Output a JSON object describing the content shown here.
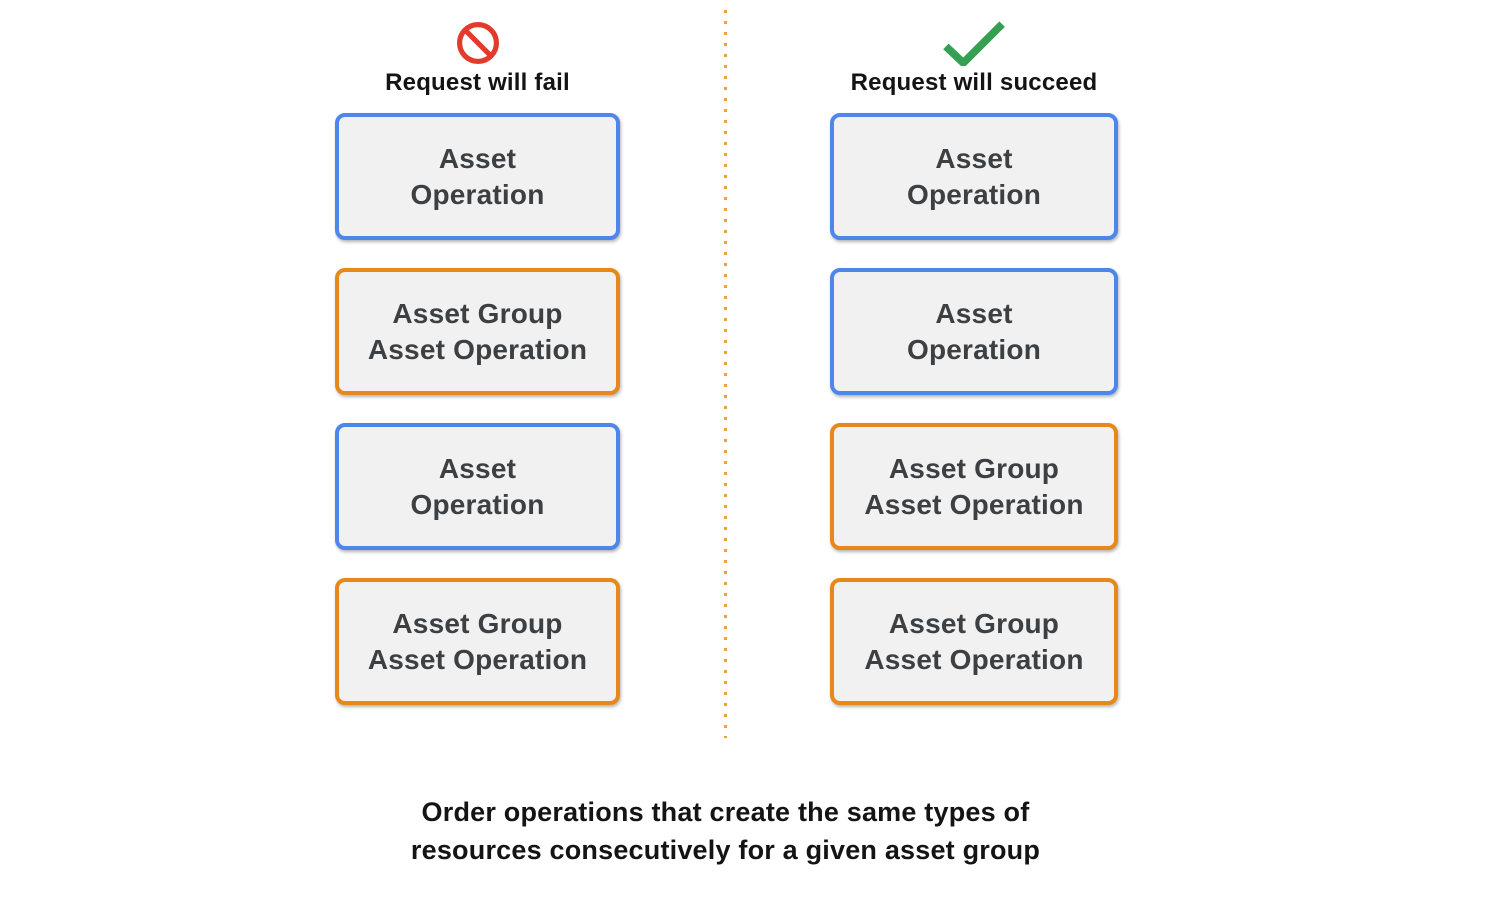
{
  "colors": {
    "blue": "#4E86EC",
    "orange": "#E7891A",
    "red": "#E23A2B",
    "green": "#35A054",
    "box_bg": "#F1F1F2",
    "box_text": "#3C4043",
    "divider": "#E8A33D",
    "heading_text": "#141414"
  },
  "fail_column": {
    "icon": "no-entry-icon",
    "title": "Request will fail",
    "boxes": [
      {
        "line1": "Asset",
        "line2": "Operation",
        "variant": "blue"
      },
      {
        "line1": "Asset Group",
        "line2": "Asset Operation",
        "variant": "orange"
      },
      {
        "line1": "Asset",
        "line2": "Operation",
        "variant": "blue"
      },
      {
        "line1": "Asset Group",
        "line2": "Asset Operation",
        "variant": "orange"
      }
    ]
  },
  "succeed_column": {
    "icon": "checkmark-icon",
    "title": "Request will succeed",
    "boxes": [
      {
        "line1": "Asset",
        "line2": "Operation",
        "variant": "blue"
      },
      {
        "line1": "Asset",
        "line2": "Operation",
        "variant": "blue"
      },
      {
        "line1": "Asset Group",
        "line2": "Asset Operation",
        "variant": "orange"
      },
      {
        "line1": "Asset Group",
        "line2": "Asset Operation",
        "variant": "orange"
      }
    ]
  },
  "caption": {
    "line1": "Order operations that create the same types of",
    "line2": "resources consecutively for a given asset group"
  }
}
